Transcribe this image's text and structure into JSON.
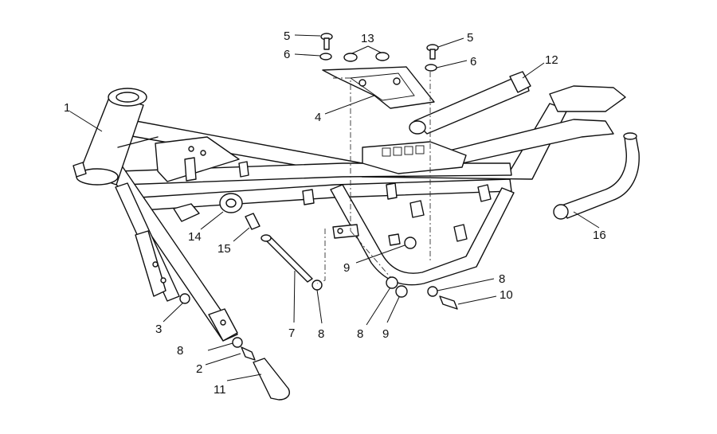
{
  "diagram": {
    "callouts": [
      {
        "id": "c1",
        "text": "1"
      },
      {
        "id": "c2",
        "text": "2"
      },
      {
        "id": "c3",
        "text": "3"
      },
      {
        "id": "c4",
        "text": "4"
      },
      {
        "id": "c5a",
        "text": "5"
      },
      {
        "id": "c5b",
        "text": "5"
      },
      {
        "id": "c6a",
        "text": "6"
      },
      {
        "id": "c6b",
        "text": "6"
      },
      {
        "id": "c7",
        "text": "7"
      },
      {
        "id": "c8a",
        "text": "8"
      },
      {
        "id": "c8b",
        "text": "8"
      },
      {
        "id": "c8c",
        "text": "8"
      },
      {
        "id": "c8d",
        "text": "8"
      },
      {
        "id": "c9a",
        "text": "9"
      },
      {
        "id": "c9b",
        "text": "9"
      },
      {
        "id": "c10",
        "text": "10"
      },
      {
        "id": "c11",
        "text": "11"
      },
      {
        "id": "c12",
        "text": "12"
      },
      {
        "id": "c13",
        "text": "13"
      },
      {
        "id": "c14",
        "text": "14"
      },
      {
        "id": "c15",
        "text": "15"
      },
      {
        "id": "c16",
        "text": "16"
      }
    ]
  }
}
